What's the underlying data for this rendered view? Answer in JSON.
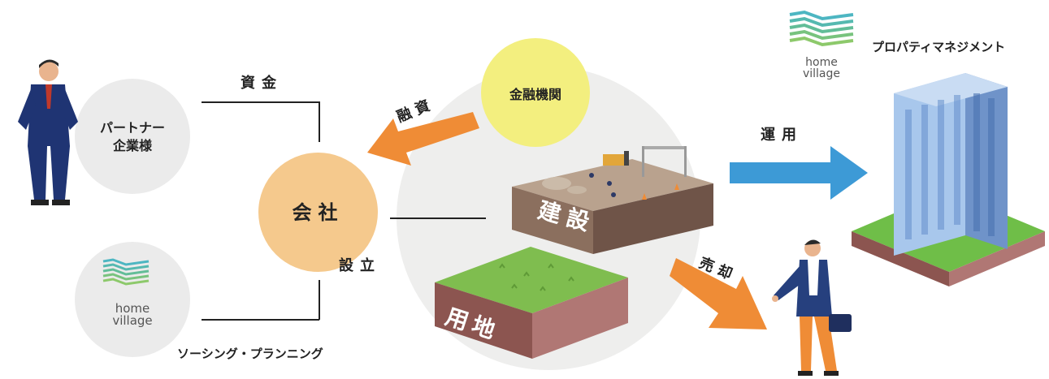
{
  "nodes": {
    "partner": {
      "line1": "パートナー",
      "line2": "企業様"
    },
    "company": "会社",
    "financial": "金融機関",
    "construction": "建設",
    "land": "用地"
  },
  "flows": {
    "funds": "資金",
    "establish": "設立",
    "loan": "融資",
    "operate": "運用",
    "sale": "売却"
  },
  "captions": {
    "sourcing": "ソーシング・プランニング",
    "property_mgmt": "プロパティマネジメント"
  },
  "logo": {
    "line1": "home",
    "line2": "village"
  },
  "colors": {
    "gray_circle": "#ebebeb",
    "company": "#f5c98d",
    "financial": "#f3ef7f",
    "orange_arrow": "#ef8c36",
    "blue_arrow": "#3d9ad6"
  }
}
